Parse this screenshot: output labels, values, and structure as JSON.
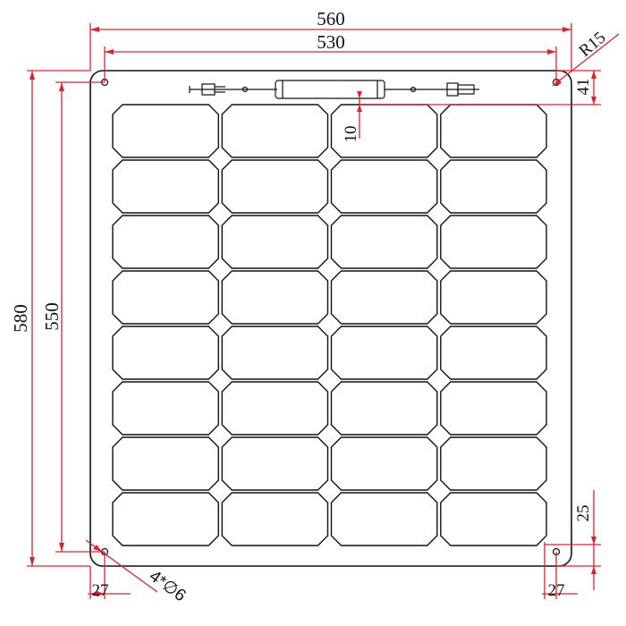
{
  "drawing": {
    "dimensions": {
      "overall_width": "560",
      "hole_spacing_width": "530",
      "overall_height": "580",
      "hole_spacing_height": "550",
      "corner_radius": "R15",
      "hole_offset_top": "41",
      "junction_box_gap": "10",
      "hole_offset_bottom": "25",
      "hole_offset_left": "27",
      "hole_offset_right": "27",
      "mounting_holes": "4*∅6"
    },
    "cell_grid": {
      "rows": 8,
      "columns": 4
    },
    "colors": {
      "dimension_line": "#e0202a",
      "outline": "#111111",
      "background": "#ffffff"
    }
  }
}
